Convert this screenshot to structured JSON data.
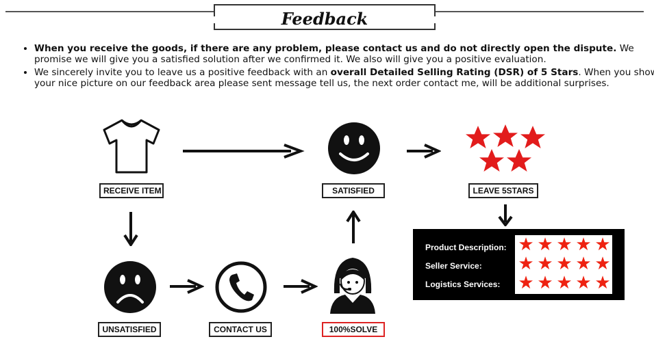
{
  "header": {
    "title": "Feedback"
  },
  "notes": [
    {
      "bold": "When you receive the goods, if there are any problem, please contact us and do not directly open the dispute.",
      "text": " We promise we will give you a satisfied solution after we confirmed it. We also will give you a positive evaluation."
    },
    {
      "pre": "We sincerely invite you to leave us a positive feedback with an ",
      "bold": "overall Detailed Selling Rating (DSR) of 5 Stars",
      "text": ". When you show your nice picture on our feedback area please sent message tell us, the next order contact me, will be additional surprises."
    }
  ],
  "flow": {
    "receive": "RECEIVE ITEM",
    "satisfied": "SATISFIED",
    "leave": "LEAVE 5STARS",
    "unsatisfied": "UNSATISFIED",
    "contact": "CONTACT US",
    "solve": "100%SOLVE"
  },
  "rating_panel": {
    "rows": [
      "Product Description:",
      "Seller Service:",
      "Logistics Services:"
    ]
  },
  "colors": {
    "star": "#e21c1c",
    "solve_border": "#d22222"
  },
  "icons": [
    "tshirt-icon",
    "happy-face-icon",
    "stars-icon",
    "sad-face-icon",
    "phone-icon",
    "support-agent-icon"
  ]
}
